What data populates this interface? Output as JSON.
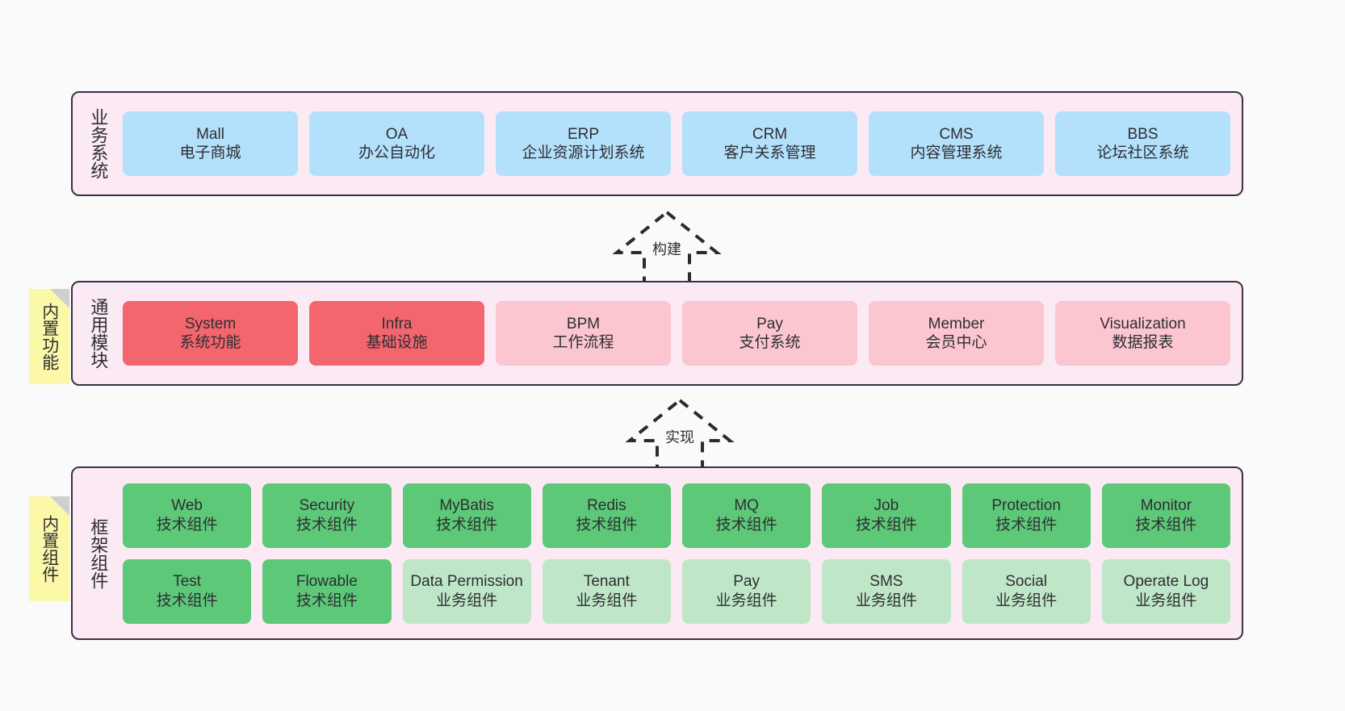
{
  "diagram": {
    "background_color": "#fafafa",
    "layer_fill": "#fbeaf4",
    "layer_border": "#3b3245",
    "sticky_color": "#fbf8a8"
  },
  "layers": [
    {
      "id": "business",
      "label": "业务系统",
      "rows": [
        [
          {
            "name": "Mall",
            "sub": "电子商城",
            "color": "#b3e0fb",
            "tone": "blue"
          },
          {
            "name": "OA",
            "sub": "办公自动化",
            "color": "#b3e0fb",
            "tone": "blue"
          },
          {
            "name": "ERP",
            "sub": "企业资源计划系统",
            "color": "#b3e0fb",
            "tone": "blue"
          },
          {
            "name": "CRM",
            "sub": "客户关系管理",
            "color": "#b3e0fb",
            "tone": "blue"
          },
          {
            "name": "CMS",
            "sub": "内容管理系统",
            "color": "#b3e0fb",
            "tone": "blue"
          },
          {
            "name": "BBS",
            "sub": "论坛社区系统",
            "color": "#b3e0fb",
            "tone": "blue"
          }
        ]
      ]
    },
    {
      "id": "common",
      "label": "通用模块",
      "sticky": "内置功能",
      "rows": [
        [
          {
            "name": "System",
            "sub": "系统功能",
            "color": "#f4666e",
            "tone": "red"
          },
          {
            "name": "Infra",
            "sub": "基础设施",
            "color": "#f4666e",
            "tone": "red"
          },
          {
            "name": "BPM",
            "sub": "工作流程",
            "color": "#fbc6cf",
            "tone": "pink"
          },
          {
            "name": "Pay",
            "sub": "支付系统",
            "color": "#fbc6cf",
            "tone": "pink"
          },
          {
            "name": "Member",
            "sub": "会员中心",
            "color": "#fbc6cf",
            "tone": "pink"
          },
          {
            "name": "Visualization",
            "sub": "数据报表",
            "color": "#fbc6cf",
            "tone": "pink"
          }
        ]
      ]
    },
    {
      "id": "framework",
      "label": "框架组件",
      "sticky": "内置组件",
      "rows": [
        [
          {
            "name": "Web",
            "sub": "技术组件",
            "color": "#5dc878",
            "tone": "green"
          },
          {
            "name": "Security",
            "sub": "技术组件",
            "color": "#5dc878",
            "tone": "green"
          },
          {
            "name": "MyBatis",
            "sub": "技术组件",
            "color": "#5dc878",
            "tone": "green"
          },
          {
            "name": "Redis",
            "sub": "技术组件",
            "color": "#5dc878",
            "tone": "green"
          },
          {
            "name": "MQ",
            "sub": "技术组件",
            "color": "#5dc878",
            "tone": "green"
          },
          {
            "name": "Job",
            "sub": "技术组件",
            "color": "#5dc878",
            "tone": "green"
          },
          {
            "name": "Protection",
            "sub": "技术组件",
            "color": "#5dc878",
            "tone": "green"
          },
          {
            "name": "Monitor",
            "sub": "技术组件",
            "color": "#5dc878",
            "tone": "green"
          }
        ],
        [
          {
            "name": "Test",
            "sub": "技术组件",
            "color": "#5dc878",
            "tone": "green"
          },
          {
            "name": "Flowable",
            "sub": "技术组件",
            "color": "#5dc878",
            "tone": "green"
          },
          {
            "name": "Data Permission",
            "sub": "业务组件",
            "color": "#bfe7c7",
            "tone": "lightgreen"
          },
          {
            "name": "Tenant",
            "sub": "业务组件",
            "color": "#bfe7c7",
            "tone": "lightgreen"
          },
          {
            "name": "Pay",
            "sub": "业务组件",
            "color": "#bfe7c7",
            "tone": "lightgreen"
          },
          {
            "name": "SMS",
            "sub": "业务组件",
            "color": "#bfe7c7",
            "tone": "lightgreen"
          },
          {
            "name": "Social",
            "sub": "业务组件",
            "color": "#bfe7c7",
            "tone": "lightgreen"
          },
          {
            "name": "Operate Log",
            "sub": "业务组件",
            "color": "#bfe7c7",
            "tone": "lightgreen"
          }
        ]
      ]
    }
  ],
  "connectors": [
    {
      "id": "build",
      "label": "构建",
      "style": "dashed-generalization",
      "direction": "up"
    },
    {
      "id": "realize",
      "label": "实现",
      "style": "dashed-generalization",
      "direction": "up"
    }
  ]
}
